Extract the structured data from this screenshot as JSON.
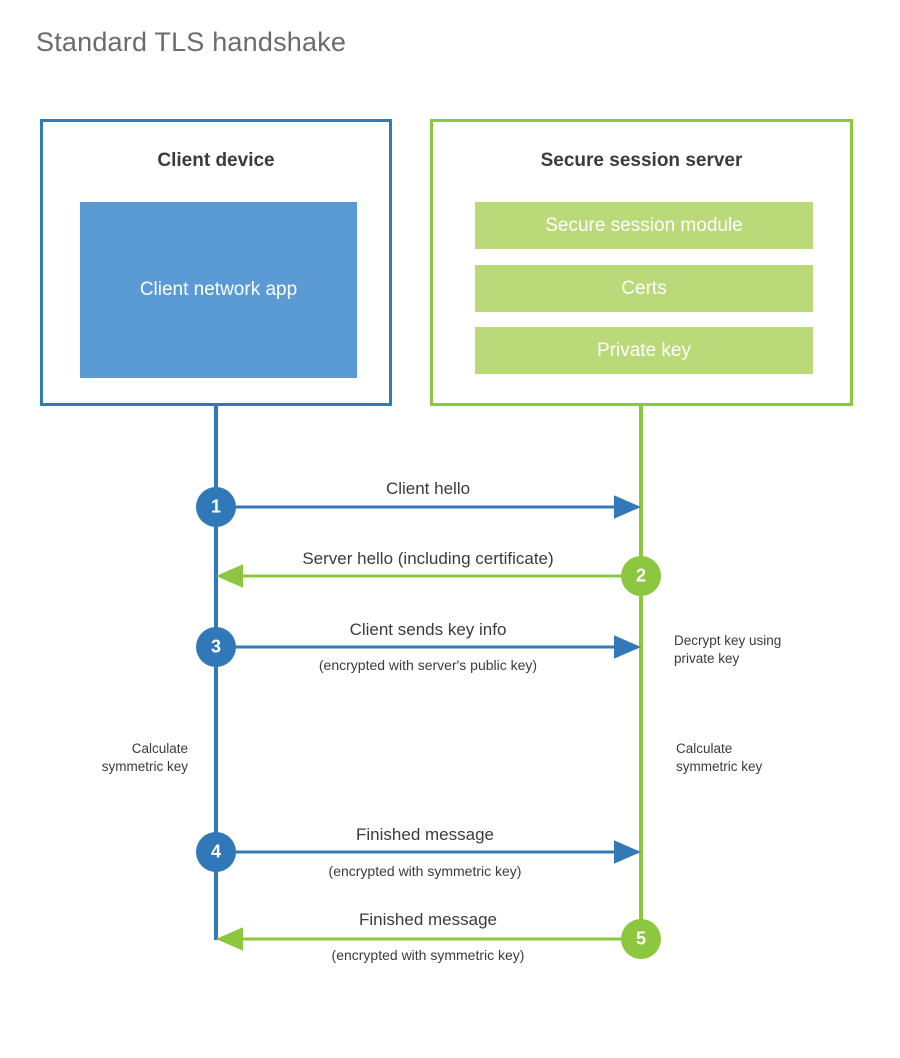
{
  "title": "Standard TLS handshake",
  "colors": {
    "client_border": "#3279b7",
    "client_fill": "#5b9bd5",
    "client_accent": "#3178b8",
    "server_border": "#8dc63f",
    "server_fill": "#bada79",
    "server_accent": "#8dc63f",
    "text": "#3b3b3b",
    "title_text": "#6b6b6b",
    "background": "#ffffff"
  },
  "client": {
    "title": "Client device",
    "component": "Client network app"
  },
  "server": {
    "title": "Secure session server",
    "components": [
      "Secure session module",
      "Certs",
      "Private key"
    ]
  },
  "steps": [
    {
      "number": "1",
      "label": "Client hello",
      "sublabel": "",
      "direction": "client-to-server",
      "actor": "client"
    },
    {
      "number": "2",
      "label": "Server hello (including certificate)",
      "sublabel": "",
      "direction": "server-to-client",
      "actor": "server"
    },
    {
      "number": "3",
      "label": "Client sends key info",
      "sublabel": "(encrypted with server's public key)",
      "direction": "client-to-server",
      "actor": "client"
    },
    {
      "number": "4",
      "label": "Finished message",
      "sublabel": "(encrypted with symmetric key)",
      "direction": "client-to-server",
      "actor": "client"
    },
    {
      "number": "5",
      "label": "Finished message",
      "sublabel": "(encrypted with symmetric key)",
      "direction": "server-to-client",
      "actor": "server"
    }
  ],
  "notes": {
    "server_decrypt": "Decrypt key using\nprivate key",
    "client_calculate": "Calculate\nsymmetric key",
    "server_calculate": "Calculate\nsymmetric key"
  }
}
